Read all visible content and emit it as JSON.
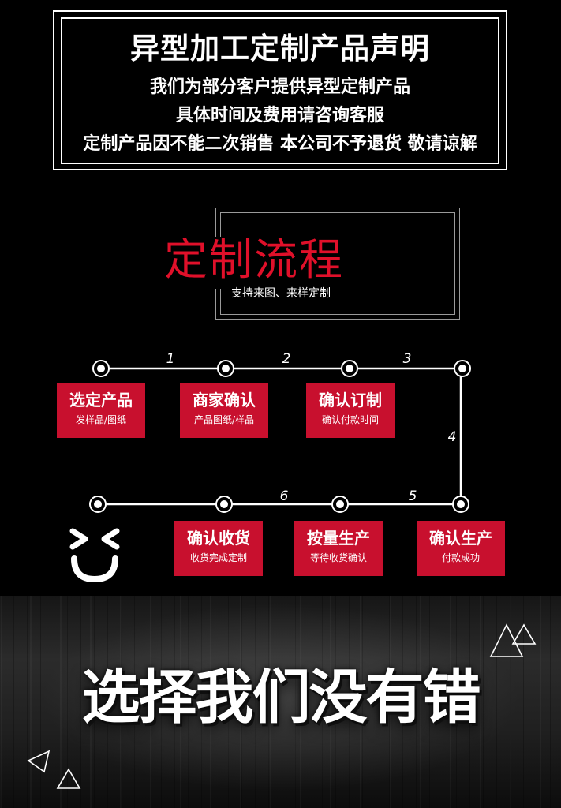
{
  "notice": {
    "title": "异型加工定制产品声明",
    "line1": "我们为部分客户提供异型定制产品",
    "line2": "具体时间及费用请咨询客服",
    "line3": "定制产品因不能二次销售 本公司不予退货 敬请谅解"
  },
  "section": {
    "title": "定制流程",
    "subtitle": "支持来图、来样定制"
  },
  "flow": {
    "numbers": [
      "1",
      "2",
      "3",
      "4",
      "5",
      "6"
    ],
    "steps": [
      {
        "title": "选定产品",
        "subtitle": "发样品/图纸"
      },
      {
        "title": "商家确认",
        "subtitle": "产品图纸/样品"
      },
      {
        "title": "确认订制",
        "subtitle": "确认付款时间"
      },
      {
        "title": "确认生产",
        "subtitle": "付款成功"
      },
      {
        "title": "按量生产",
        "subtitle": "等待收货确认"
      },
      {
        "title": "确认收货",
        "subtitle": "收货完成定制"
      }
    ]
  },
  "icons": {
    "face": "smiley-face-icon",
    "triangle": "triangle-outline-icon"
  },
  "colors": {
    "accent": "#c8102e",
    "heading": "#e0102a",
    "background": "#000000"
  },
  "banner": {
    "slogan": "选择我们没有错"
  }
}
